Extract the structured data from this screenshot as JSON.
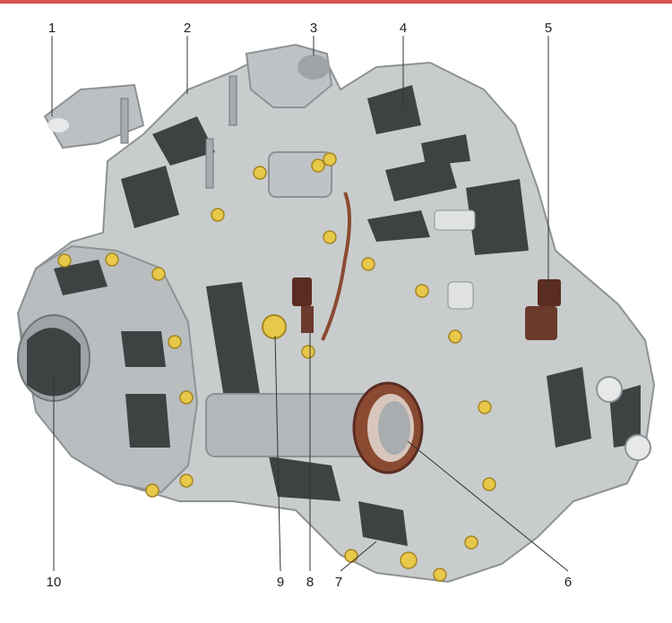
{
  "diagram": {
    "callouts": [
      {
        "label": "1"
      },
      {
        "label": "2"
      },
      {
        "label": "3"
      },
      {
        "label": "4"
      },
      {
        "label": "5"
      },
      {
        "label": "6"
      },
      {
        "label": "7"
      },
      {
        "label": "8"
      },
      {
        "label": "9"
      },
      {
        "label": "10"
      }
    ]
  },
  "colors": {
    "housing": "#c9cccd",
    "housing_shadow": "#9ea3a5",
    "dark": "#3e4243",
    "bolt": "#e8c84a",
    "seal": "#8a4a32",
    "sensor": "#5a2c22",
    "accent_rule": "#d9534f"
  }
}
